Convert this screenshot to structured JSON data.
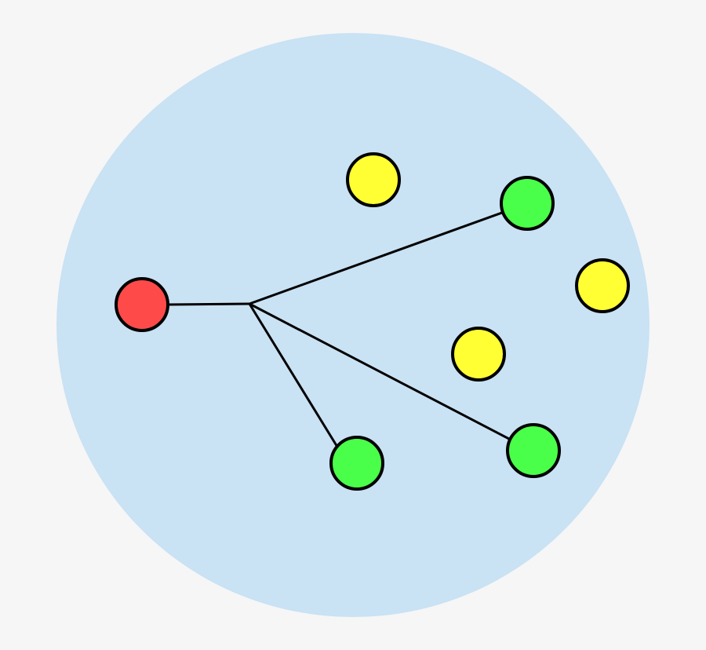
{
  "diagram": {
    "colors": {
      "background": "#f6f6f6",
      "region": "#c9e2f4",
      "source": "#ff4a4a",
      "target": "#4aff4a",
      "other": "#ffff33",
      "stroke": "#000000"
    },
    "nodes": [
      {
        "id": "source",
        "kind": "source"
      },
      {
        "id": "y1",
        "kind": "other"
      },
      {
        "id": "y2",
        "kind": "other"
      },
      {
        "id": "y3",
        "kind": "other"
      },
      {
        "id": "g1",
        "kind": "target"
      },
      {
        "id": "g2",
        "kind": "target"
      },
      {
        "id": "g3",
        "kind": "target"
      }
    ],
    "edges": [
      {
        "from": "source",
        "to": "g1"
      },
      {
        "from": "source",
        "to": "g2"
      },
      {
        "from": "source",
        "to": "g3"
      }
    ]
  }
}
